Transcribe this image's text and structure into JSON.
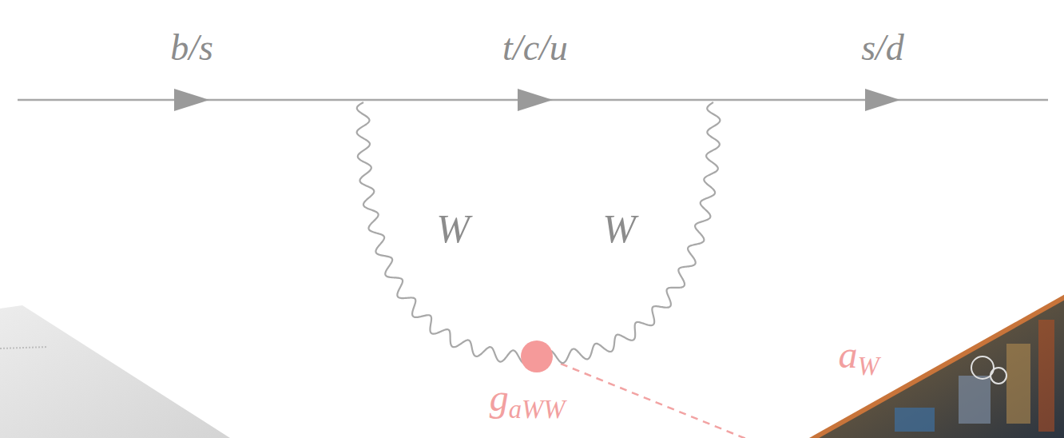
{
  "diagram": {
    "labels": [
      "b/s",
      "t/c/u",
      "s/d",
      "W",
      "W",
      "gaWW",
      "aW"
    ]
  }
}
